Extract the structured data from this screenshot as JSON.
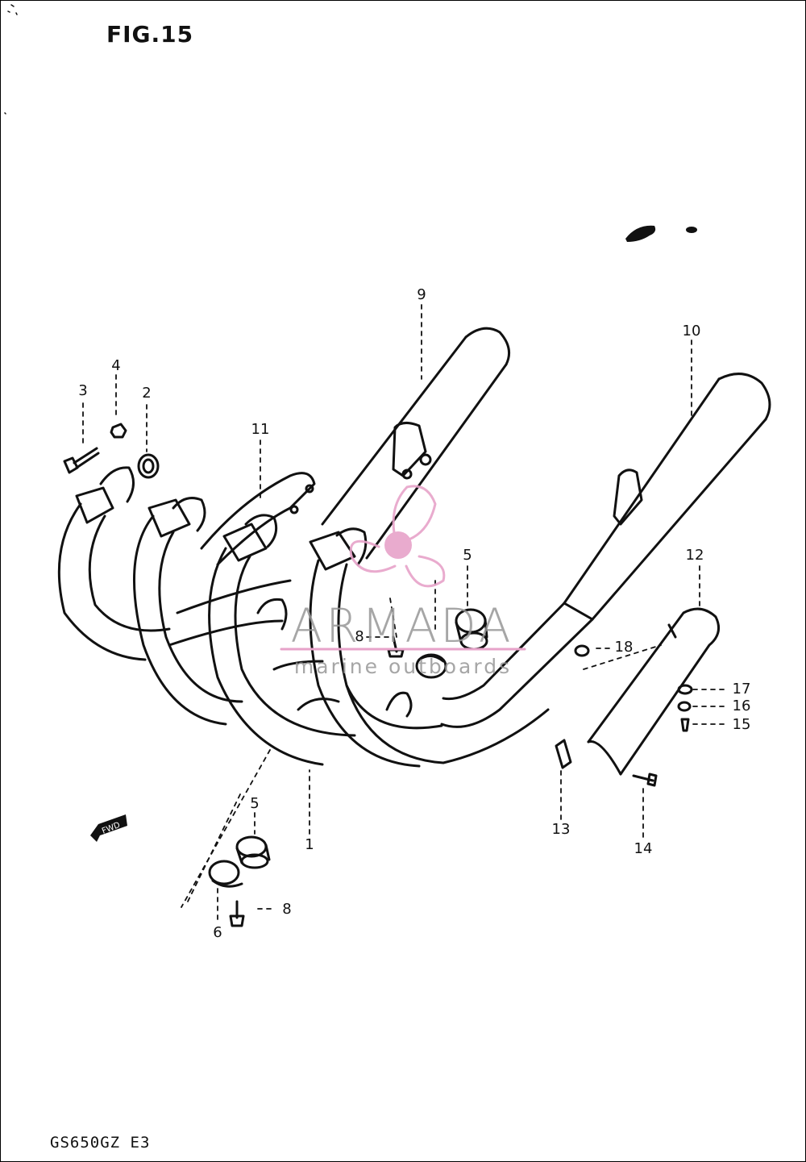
{
  "figure": {
    "title": "FIG.15",
    "model_code": "GS650GZ E3"
  },
  "watermark": {
    "brand": "ARMADA",
    "tagline": "marine outboards",
    "accent_color": "#e7a3c9",
    "logo_icon": "propeller-icon"
  },
  "direction_marker": {
    "label": "FWD",
    "icon": "arrow-left-icon"
  },
  "callouts": [
    {
      "id": "callout-1",
      "label": "1"
    },
    {
      "id": "callout-2",
      "label": "2"
    },
    {
      "id": "callout-3",
      "label": "3"
    },
    {
      "id": "callout-4",
      "label": "4"
    },
    {
      "id": "callout-5-upper",
      "label": "5"
    },
    {
      "id": "callout-5-lower",
      "label": "5"
    },
    {
      "id": "callout-6",
      "label": "6"
    },
    {
      "id": "callout-8-upper",
      "label": "8"
    },
    {
      "id": "callout-8-lower",
      "label": "8"
    },
    {
      "id": "callout-9",
      "label": "9"
    },
    {
      "id": "callout-10",
      "label": "10"
    },
    {
      "id": "callout-11",
      "label": "11"
    },
    {
      "id": "callout-12",
      "label": "12"
    },
    {
      "id": "callout-13",
      "label": "13"
    },
    {
      "id": "callout-14",
      "label": "14"
    },
    {
      "id": "callout-15",
      "label": "15"
    },
    {
      "id": "callout-16",
      "label": "16"
    },
    {
      "id": "callout-17",
      "label": "17"
    },
    {
      "id": "callout-18",
      "label": "18"
    }
  ]
}
